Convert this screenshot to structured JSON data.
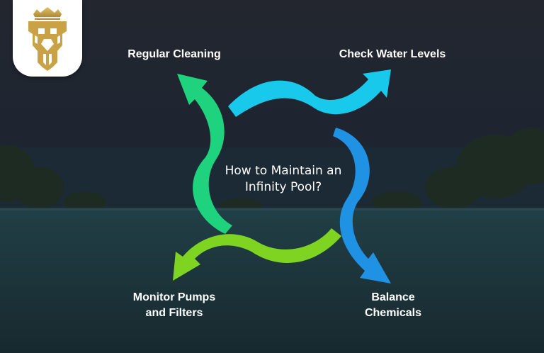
{
  "center_question": [
    "How to Maintain an",
    "Infinity Pool?"
  ],
  "steps": [
    {
      "lines": [
        "Regular Cleaning"
      ],
      "color": "#1fd27e"
    },
    {
      "lines": [
        "Check Water Levels"
      ],
      "color": "#19c9ec"
    },
    {
      "lines": [
        "Balance",
        "Chemicals"
      ],
      "color": "#2092e4"
    },
    {
      "lines": [
        "Monitor Pumps",
        "and Filters"
      ],
      "color": "#7ed421"
    }
  ],
  "colors": {
    "sky": "#20242e",
    "water": "#1c3940",
    "logo_gold": "#c9a246"
  },
  "icons": [
    "crown-lion-logo-icon"
  ]
}
